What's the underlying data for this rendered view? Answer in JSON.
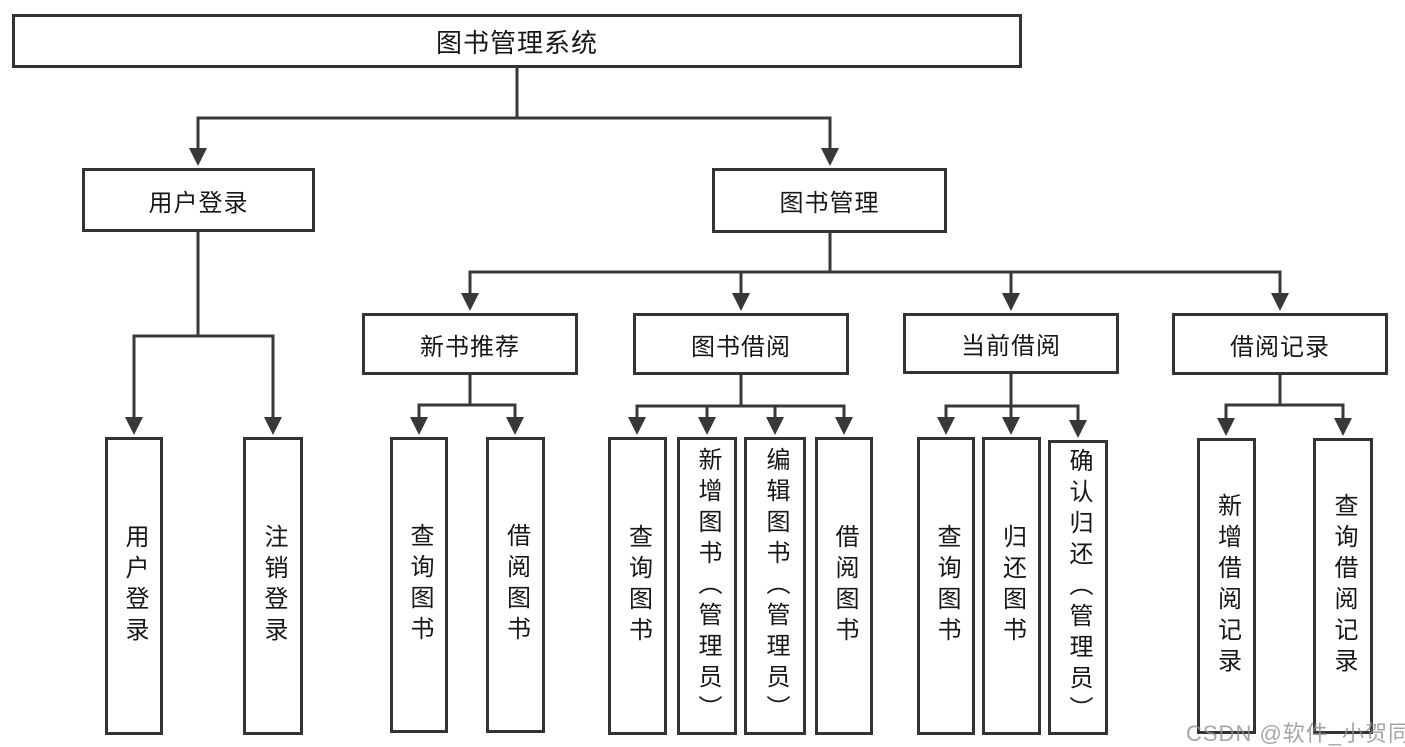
{
  "diagram": {
    "root": {
      "label": "图书管理系统"
    },
    "branches": [
      {
        "label": "用户登录",
        "children": [
          {
            "label": "用户登录"
          },
          {
            "label": "注销登录"
          }
        ]
      },
      {
        "label": "图书管理",
        "children": [
          {
            "label": "新书推荐",
            "children": [
              {
                "label": "查询图书"
              },
              {
                "label": "借阅图书"
              }
            ]
          },
          {
            "label": "图书借阅",
            "children": [
              {
                "label": "查询图书"
              },
              {
                "label": "新增图书（管理员）"
              },
              {
                "label": "编辑图书（管理员）"
              },
              {
                "label": "借阅图书"
              }
            ]
          },
          {
            "label": "当前借阅",
            "children": [
              {
                "label": "查询图书"
              },
              {
                "label": "归还图书"
              },
              {
                "label": "确认归还（管理员）"
              }
            ]
          },
          {
            "label": "借阅记录",
            "children": [
              {
                "label": "新增借阅记录"
              },
              {
                "label": "查询借阅记录"
              }
            ]
          }
        ]
      }
    ],
    "watermark": "CSDN @软件_小贺同学",
    "colors": {
      "line": "#383838",
      "border": "#333333",
      "text": "#171717",
      "watermark": "#8f8f8f",
      "background": "#ffffff"
    }
  }
}
